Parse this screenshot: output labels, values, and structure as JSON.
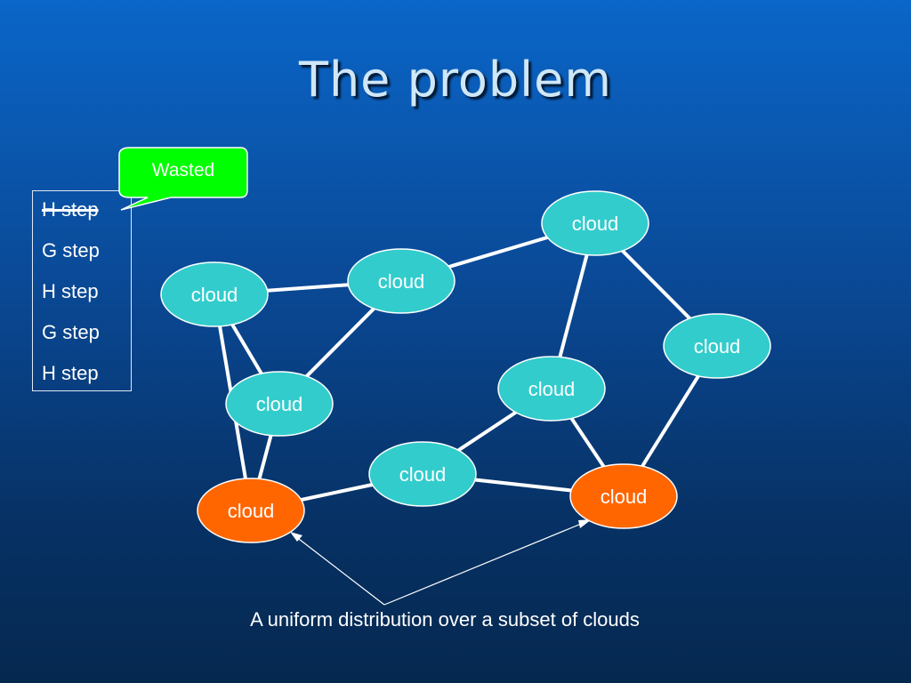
{
  "slide": {
    "title": "The problem",
    "caption": "A uniform distribution over a subset of clouds"
  },
  "steps": [
    "H step",
    "G step",
    "H step",
    "G step",
    "H step"
  ],
  "callout": {
    "text": "Wasted",
    "color": "#00ff00"
  },
  "nodes": [
    {
      "id": "n1",
      "label": "cloud",
      "color": "#33cccc"
    },
    {
      "id": "n2",
      "label": "cloud",
      "color": "#33cccc"
    },
    {
      "id": "n3",
      "label": "cloud",
      "color": "#33cccc"
    },
    {
      "id": "n4",
      "label": "cloud",
      "color": "#33cccc"
    },
    {
      "id": "n5",
      "label": "cloud",
      "color": "#33cccc"
    },
    {
      "id": "n6",
      "label": "cloud",
      "color": "#33cccc"
    },
    {
      "id": "n7",
      "label": "cloud",
      "color": "#33cccc"
    },
    {
      "id": "n8",
      "label": "cloud",
      "color": "#ff6600"
    },
    {
      "id": "n9",
      "label": "cloud",
      "color": "#ff6600"
    }
  ],
  "edges": [
    [
      "n1",
      "n2"
    ],
    [
      "n2",
      "n3"
    ],
    [
      "n1",
      "n4"
    ],
    [
      "n2",
      "n4"
    ],
    [
      "n1",
      "n8"
    ],
    [
      "n4",
      "n8"
    ],
    [
      "n8",
      "n6"
    ],
    [
      "n6",
      "n9"
    ],
    [
      "n6",
      "n5"
    ],
    [
      "n5",
      "n9"
    ],
    [
      "n3",
      "n5"
    ],
    [
      "n3",
      "n7"
    ],
    [
      "n7",
      "n9"
    ]
  ],
  "colors": {
    "highlighted": "#ff6600",
    "normal": "#33cccc",
    "edge": "#ffffff"
  }
}
